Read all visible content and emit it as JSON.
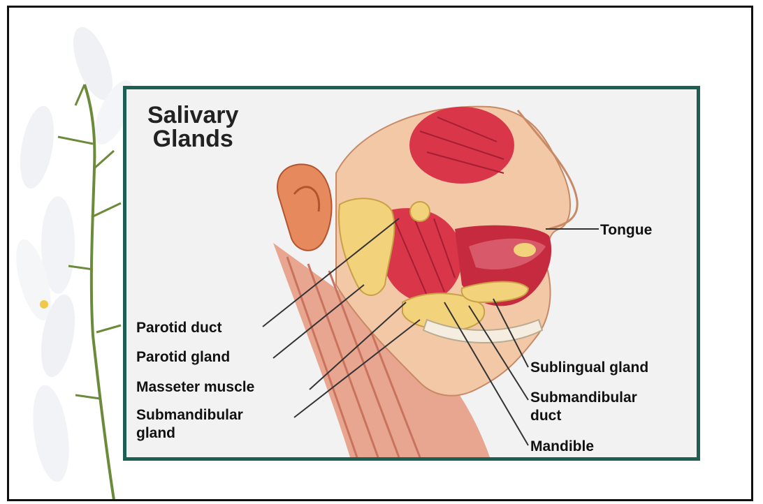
{
  "diagram": {
    "title_line1": "Salivary",
    "title_line2": "Glands",
    "labels": {
      "tongue": "Tongue",
      "parotid_duct": "Parotid duct",
      "parotid_gland": "Parotid gland",
      "masseter_muscle": "Masseter muscle",
      "submandibular_gland_line1": "Submandibular",
      "submandibular_gland_line2": "gland",
      "sublingual_gland": "Sublingual gland",
      "submandibular_duct_line1": "Submandibular",
      "submandibular_duct_line2": "duct",
      "mandible": "Mandible"
    }
  },
  "colors": {
    "panel_border": "#1d5f52",
    "slide_border": "#111111",
    "gland": "#f2d27a",
    "muscle": "#d9364a",
    "skin": "#f2b98f"
  }
}
